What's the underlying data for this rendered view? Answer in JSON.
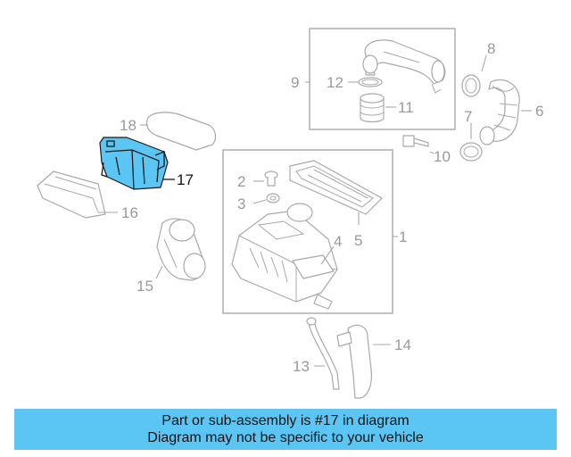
{
  "diagram": {
    "highlight_color": "#5bc6f4",
    "callouts": {
      "c1": "1",
      "c2": "2",
      "c3": "3",
      "c4": "4",
      "c5": "5",
      "c6": "6",
      "c7": "7",
      "c8": "8",
      "c9": "9",
      "c10": "10",
      "c11": "11",
      "c12": "12",
      "c13": "13",
      "c14": "14",
      "c15": "15",
      "c16": "16",
      "c17": "17",
      "c18": "18"
    }
  },
  "banner": {
    "line1": "Part or sub-assembly is #17 in diagram",
    "line2": "Diagram may not be specific to your vehicle"
  }
}
